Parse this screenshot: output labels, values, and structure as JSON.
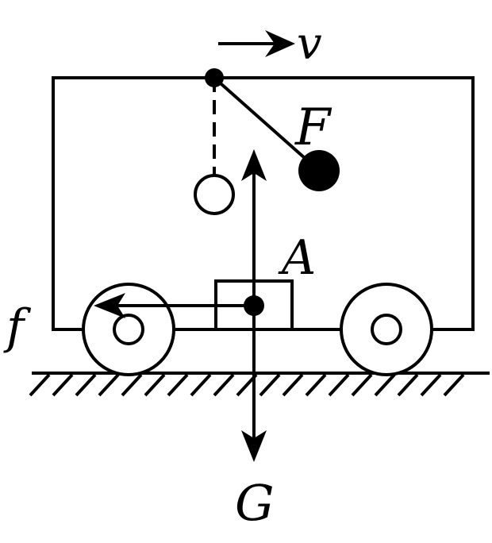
{
  "labels": {
    "velocity": "v",
    "force_F": "F",
    "block": "A",
    "friction": "f",
    "gravity": "G"
  },
  "colors": {
    "stroke": "#000000",
    "background": "#ffffff"
  }
}
